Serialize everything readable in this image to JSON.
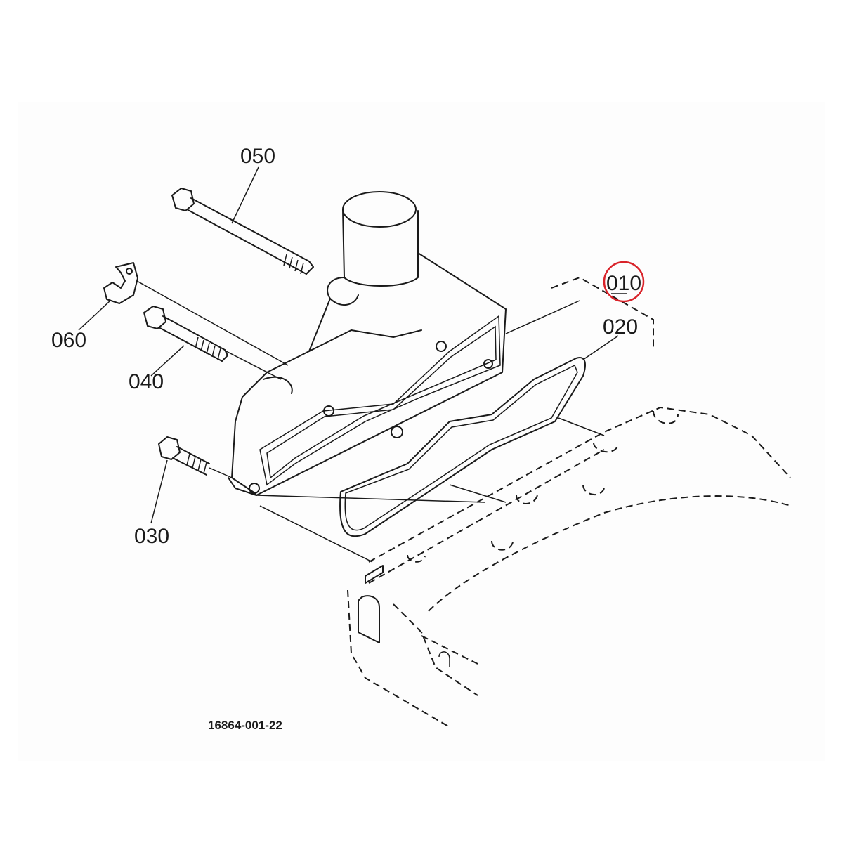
{
  "callouts": {
    "p010": "010",
    "p020": "020",
    "p030": "030",
    "p040": "040",
    "p050": "050",
    "p060": "060"
  },
  "figure_number": "16864-001-22",
  "highlighted_part": "010",
  "colors": {
    "line": "#1a1a1a",
    "highlight": "#d9232a",
    "background": "#fdfdfd"
  }
}
